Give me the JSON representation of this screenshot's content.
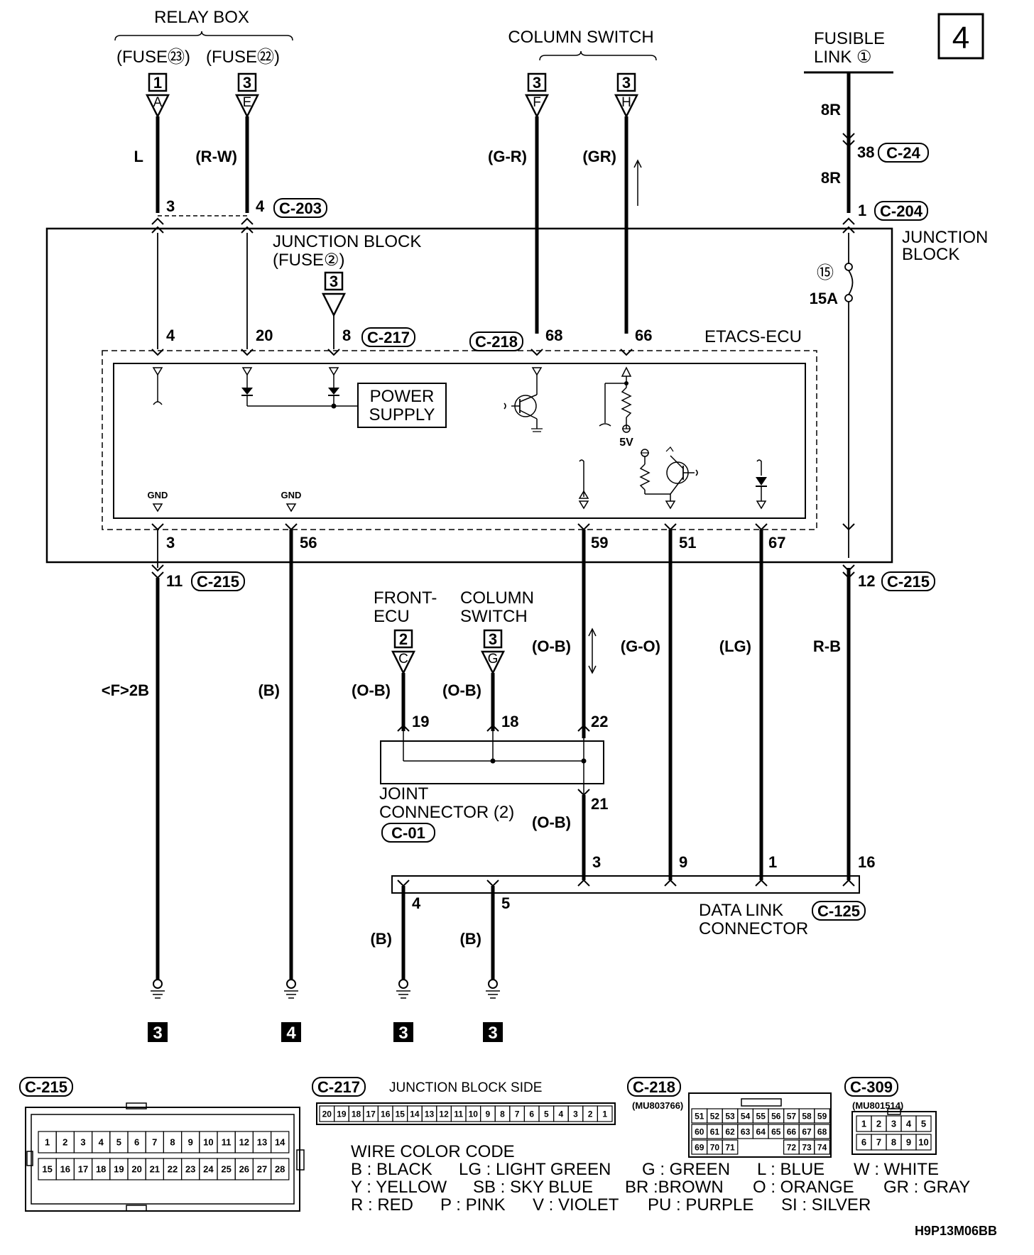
{
  "page_number": "4",
  "diagram_code": "H9P13M06BB",
  "relay_box": {
    "title": "RELAY BOX",
    "fuse_a": "(FUSE㉓)",
    "fuse_b": "(FUSE㉒)"
  },
  "column_switch_top": {
    "title": "COLUMN SWITCH"
  },
  "fusible_link": {
    "line1": "FUSIBLE",
    "line2": "LINK ①"
  },
  "terminal_boxes": {
    "relay_a": {
      "num": "1",
      "letter": "A"
    },
    "relay_e": {
      "num": "3",
      "letter": "E"
    },
    "col_f": {
      "num": "3",
      "letter": "F"
    },
    "col_h": {
      "num": "3",
      "letter": "H"
    },
    "fuse2": {
      "num": "3",
      "letter": ""
    },
    "front_ecu": {
      "num": "2",
      "letter": "C"
    },
    "col_g": {
      "num": "3",
      "letter": "G"
    }
  },
  "wire_colors": {
    "w1": "L",
    "w2": "(R-W)",
    "w3": "(G-R)",
    "w4": "(GR)",
    "w5": "8R",
    "w5b": "8R",
    "w6": "<F>2B",
    "w7": "(B)",
    "w8": "(O-B)",
    "w9": "(O-B)",
    "w10": "(O-B)",
    "w11": "(G-O)",
    "w12": "(LG)",
    "w13": "R-B",
    "w14": "(O-B)",
    "w15": "(B)",
    "w16": "(B)"
  },
  "connectors": {
    "c203": "C-203",
    "c24": "C-24",
    "c204": "C-204",
    "c217": "C-217",
    "c218": "C-218",
    "c215": "C-215",
    "c01": "C-01",
    "c125": "C-125"
  },
  "pins": {
    "p3a": "3",
    "p4a": "4",
    "p38": "38",
    "p1": "1",
    "p4b": "4",
    "p20": "20",
    "p8": "8",
    "p68": "68",
    "p66": "66",
    "p3b": "3",
    "p56": "56",
    "p59": "59",
    "p51": "51",
    "p67": "67",
    "p11": "11",
    "p12": "12",
    "p19": "19",
    "p18": "18",
    "p22": "22",
    "p21": "21",
    "p3c": "3",
    "p9": "9",
    "p1b": "1",
    "p16": "16",
    "p4c": "4",
    "p5": "5"
  },
  "junction_block": {
    "title_line1": "JUNCTION",
    "title_line2": "BLOCK",
    "inner_label": "JUNCTION BLOCK",
    "inner_fuse": "(FUSE②)",
    "fuse15": "⑮",
    "fuse15a": "15A"
  },
  "etacs": {
    "title": "ETACS-ECU",
    "power_supply_1": "POWER",
    "power_supply_2": "SUPPLY",
    "gnd": "GND",
    "five_v": "5V"
  },
  "front_ecu": {
    "line1": "FRONT-",
    "line2": "ECU"
  },
  "column_switch_mid": {
    "line1": "COLUMN",
    "line2": "SWITCH"
  },
  "joint_connector": {
    "line1": "JOINT",
    "line2": "CONNECTOR (2)"
  },
  "data_link": {
    "line1": "DATA LINK",
    "line2": "CONNECTOR"
  },
  "grounds": [
    "3",
    "4",
    "3",
    "3"
  ],
  "bottom": {
    "c215_title": "C-215",
    "c215_row1": [
      "1",
      "2",
      "3",
      "4",
      "5",
      "6",
      "7",
      "8",
      "9",
      "10",
      "11",
      "12",
      "13",
      "14"
    ],
    "c215_row2": [
      "15",
      "16",
      "17",
      "18",
      "19",
      "20",
      "21",
      "22",
      "23",
      "24",
      "25",
      "26",
      "27",
      "28"
    ],
    "c217_title": "C-217",
    "c217_side": "JUNCTION BLOCK SIDE",
    "c217_pins": [
      "20",
      "19",
      "18",
      "17",
      "16",
      "15",
      "14",
      "13",
      "12",
      "11",
      "10",
      "9",
      "8",
      "7",
      "6",
      "5",
      "4",
      "3",
      "2",
      "1"
    ],
    "c218_title": "C-218",
    "c218_part": "(MU803766)",
    "c218_row1": [
      "51",
      "52",
      "53",
      "54",
      "55",
      "56",
      "57",
      "58",
      "59"
    ],
    "c218_row2": [
      "60",
      "61",
      "62",
      "63",
      "64",
      "65",
      "66",
      "67",
      "68"
    ],
    "c218_row3": [
      "69",
      "70",
      "71",
      "",
      "",
      "",
      "72",
      "73",
      "74"
    ],
    "c309_title": "C-309",
    "c309_part": "(MU801514)",
    "c309_row1": [
      "1",
      "2",
      "3",
      "4",
      "5"
    ],
    "c309_row2": [
      "6",
      "7",
      "8",
      "9",
      "10"
    ]
  },
  "legend": {
    "title": "WIRE COLOR CODE",
    "row1": [
      "B : BLACK",
      "LG : LIGHT GREEN",
      "G : GREEN",
      "L : BLUE",
      "W : WHITE"
    ],
    "row2": [
      "Y : YELLOW",
      "SB : SKY BLUE",
      "BR :BROWN",
      "O : ORANGE",
      "GR : GRAY"
    ],
    "row3": [
      "R : RED",
      "P : PINK",
      "V : VIOLET",
      "PU : PURPLE",
      "SI : SILVER"
    ]
  }
}
